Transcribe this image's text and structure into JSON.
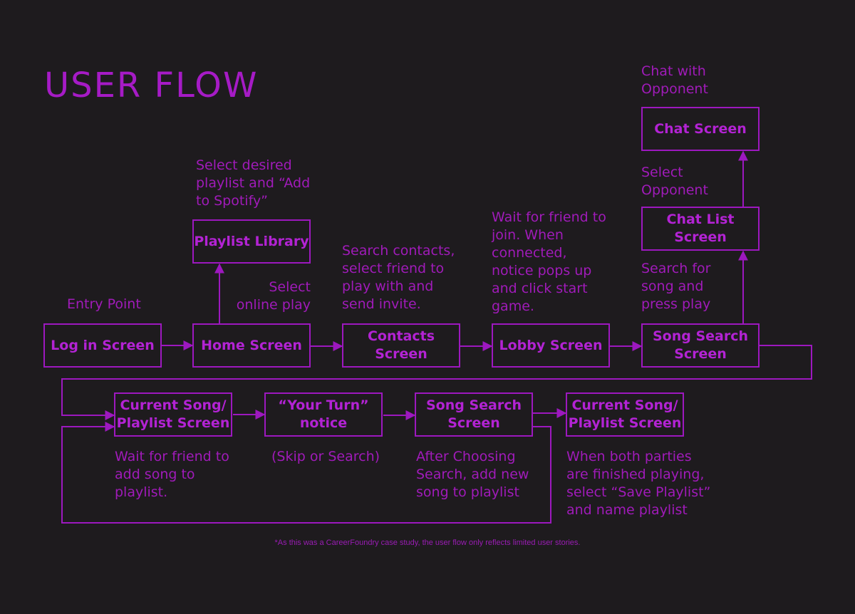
{
  "title": "USER FLOW",
  "screens": {
    "login": "Log in Screen",
    "home": "Home Screen",
    "playlist_library": "Playlist Library",
    "contacts": "Contacts\nScreen",
    "lobby": "Lobby Screen",
    "song_search": "Song Search\nScreen",
    "chat_list": "Chat List\nScreen",
    "chat": "Chat Screen",
    "current_song_1": "Current Song/\nPlaylist Screen",
    "your_turn": "“Your Turn”\nnotice",
    "song_search_2": "Song Search\nScreen",
    "current_song_2": "Current Song/\nPlaylist Screen"
  },
  "notes": {
    "entry_point": "Entry Point",
    "select_playlist": "Select desired\nplaylist and “Add\nto Spotify”",
    "select_online_play": "Select\nonline play",
    "search_contacts": "Search contacts,\nselect friend to\nplay with and\nsend invite.",
    "wait_for_friend_join": "Wait for friend to\njoin. When\nconnected,\nnotice pops up\nand click start\ngame.",
    "search_for_song": "Search for\nsong and\npress play",
    "select_opponent": "Select\nOpponent",
    "chat_with_opponent": "Chat with\nOpponent",
    "wait_for_friend_add": "Wait for friend to\nadd song to\nplaylist.",
    "skip_or_search": "(Skip or Search)",
    "after_choosing_search": "After Choosing\nSearch, add new\nsong to playlist",
    "when_both_finished": "When both parties\nare finished playing,\nselect “Save Playlist”\nand name playlist"
  },
  "footnote": "*As this was a CareerFoundry case study, the user flow only reflects limited user stories.",
  "colors": {
    "background": "#1e1b1e",
    "accent": "#9d18bf",
    "text": "#b323d4"
  }
}
